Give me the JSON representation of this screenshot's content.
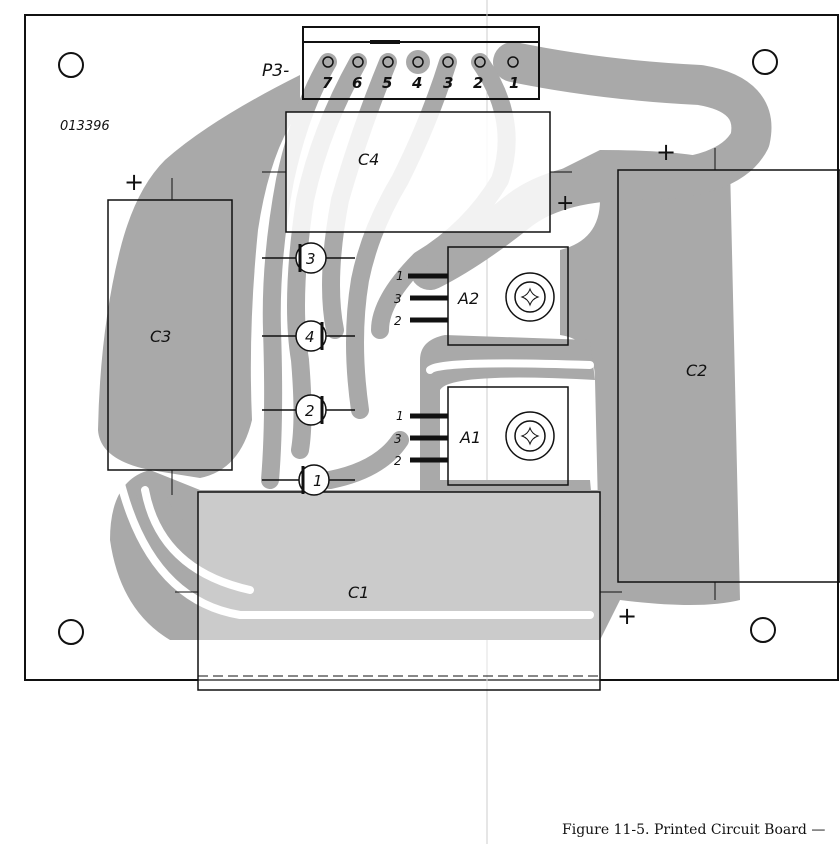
{
  "figure": {
    "caption": "Figure 11-5.  Printed Circuit Board —",
    "part_number": "013396",
    "connector": {
      "label": "P3-",
      "pins": [
        "7",
        "6",
        "5",
        "4",
        "3",
        "2",
        "1"
      ]
    },
    "capacitors": {
      "c1": "C1",
      "c2": "C2",
      "c3": "C3",
      "c4": "C4",
      "polarity_mark": "+"
    },
    "regulators": [
      {
        "label": "A2",
        "pins": [
          "1",
          "3",
          "2"
        ]
      },
      {
        "label": "A1",
        "pins": [
          "1",
          "3",
          "2"
        ]
      }
    ],
    "diodes": [
      "3",
      "4",
      "2",
      "1"
    ],
    "colors": {
      "copper": "#a9a9a9",
      "ink": "#111111",
      "paper": "#ffffff"
    }
  }
}
